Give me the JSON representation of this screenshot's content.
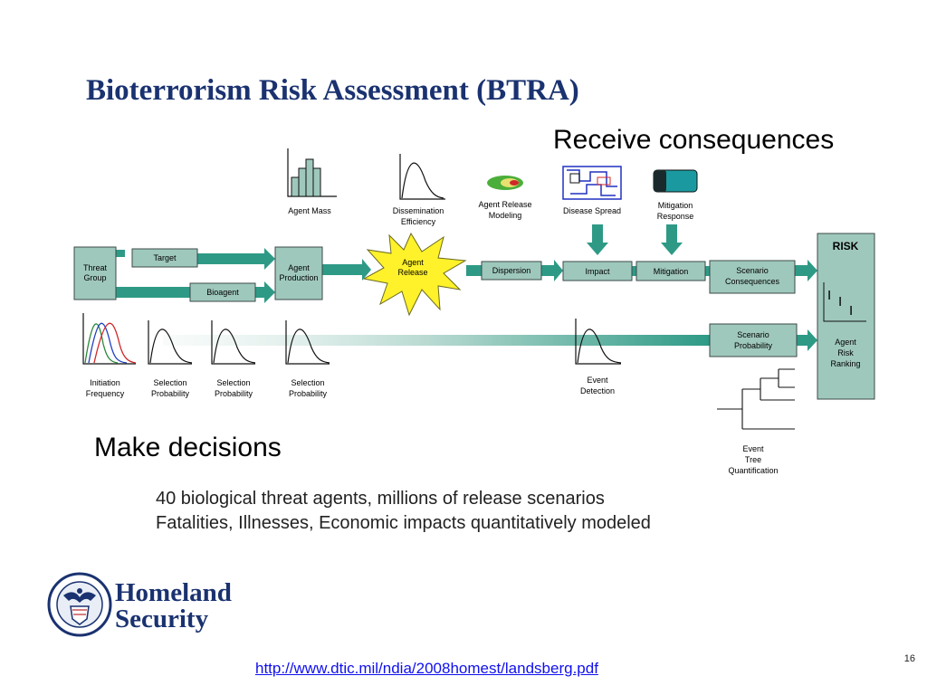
{
  "slide": {
    "title": "Bioterrorism Risk Assessment (BTRA)",
    "callout_top": "Receive consequences",
    "callout_left": "Make decisions",
    "bullets": [
      "40 biological threat agents, millions of release scenarios",
      "Fatalities, Illnesses, Economic impacts quantitatively modeled"
    ],
    "link": "http://www.dtic.mil/ndia/2008homest/landsberg.pdf",
    "page_number": "16",
    "logo": {
      "line1": "Homeland",
      "line2": "Security"
    }
  },
  "diagram": {
    "boxes": {
      "threat_group": [
        "Threat",
        "Group"
      ],
      "target": "Target",
      "bioagent": "Bioagent",
      "agent_production": [
        "Agent",
        "Production"
      ],
      "agent_release": [
        "Agent",
        "Release"
      ],
      "dispersion": "Dispersion",
      "impact": "Impact",
      "mitigation": "Mitigation",
      "scenario_consequences": [
        "Scenario",
        "Consequences"
      ],
      "scenario_probability": [
        "Scenario",
        "Probability"
      ],
      "risk": "RISK",
      "agent_risk_ranking": [
        "Agent",
        "Risk",
        "Ranking"
      ]
    },
    "labels": {
      "agent_mass": "Agent Mass",
      "dissemination": [
        "Dissemination",
        "Efficiency"
      ],
      "agent_release_modeling": [
        "Agent Release",
        "Modeling"
      ],
      "disease_spread": "Disease Spread",
      "mitigation_response": [
        "Mitigation",
        "Response"
      ],
      "initiation": [
        "Initiation",
        "Frequency"
      ],
      "selection": [
        "Selection",
        "Probability"
      ],
      "event_detection": [
        "Event",
        "Detection"
      ],
      "event_tree": [
        "Event",
        "Tree",
        "Quantification"
      ]
    },
    "colors": {
      "box_fill": "#9fc8bc",
      "arrow": "#2e9a86",
      "star": "#fff22a",
      "title_blue": "#1a3270"
    }
  }
}
